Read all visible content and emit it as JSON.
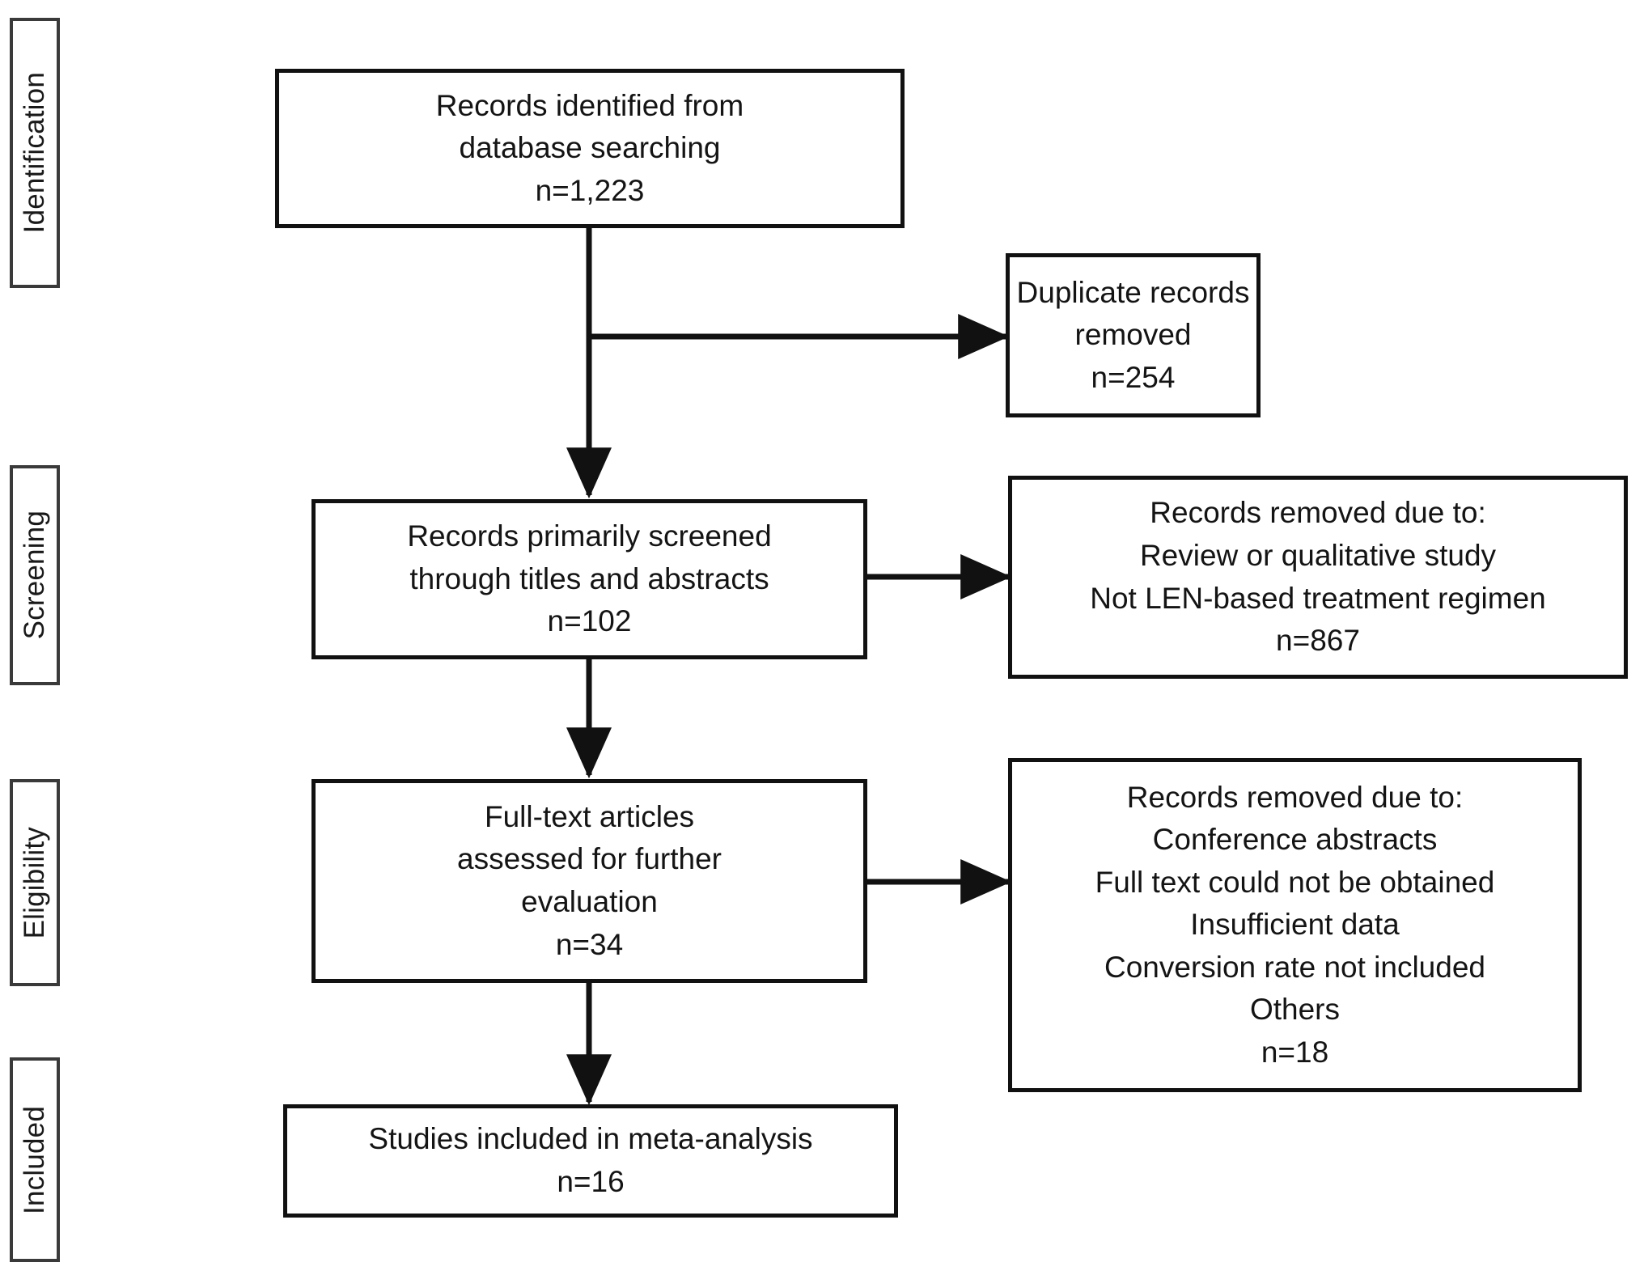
{
  "figure": {
    "type": "prisma-flow-diagram",
    "colors": {
      "box_border": "#111111",
      "stage_border": "#3a3a3a",
      "text": "#141414",
      "background": "#ffffff",
      "connector": "#111111"
    }
  },
  "stages": [
    {
      "id": "identification",
      "label": "Identification"
    },
    {
      "id": "screening",
      "label": "Screening"
    },
    {
      "id": "eligibility",
      "label": "Eligibility"
    },
    {
      "id": "included",
      "label": "Included"
    }
  ],
  "boxes": {
    "identified": {
      "lines": [
        "Records identified from",
        "database searching",
        "n=1,223"
      ],
      "count": "n=1,223"
    },
    "duplicates_removed": {
      "lines": [
        "Duplicate records",
        "removed",
        "n=254"
      ],
      "count": "n=254"
    },
    "screened": {
      "lines": [
        "Records primarily screened",
        "through titles and abstracts",
        "n=102"
      ],
      "count": "n=102"
    },
    "screening_removed": {
      "lines": [
        "Records removed due to:",
        "Review or qualitative study",
        "Not LEN-based treatment regimen",
        "n=867"
      ],
      "count": "n=867"
    },
    "fulltext_assessed": {
      "lines": [
        "Full-text articles",
        "assessed for further",
        "evaluation",
        "n=34"
      ],
      "count": "n=34"
    },
    "eligibility_removed": {
      "lines": [
        "Records removed due to:",
        "Conference abstracts",
        "Full text could not be obtained",
        "Insufficient data",
        "Conversion rate not included",
        "Others",
        "n=18"
      ],
      "count": "n=18"
    },
    "included_studies": {
      "lines": [
        "Studies included in meta-analysis",
        "n=16"
      ],
      "count": "n=16"
    }
  }
}
